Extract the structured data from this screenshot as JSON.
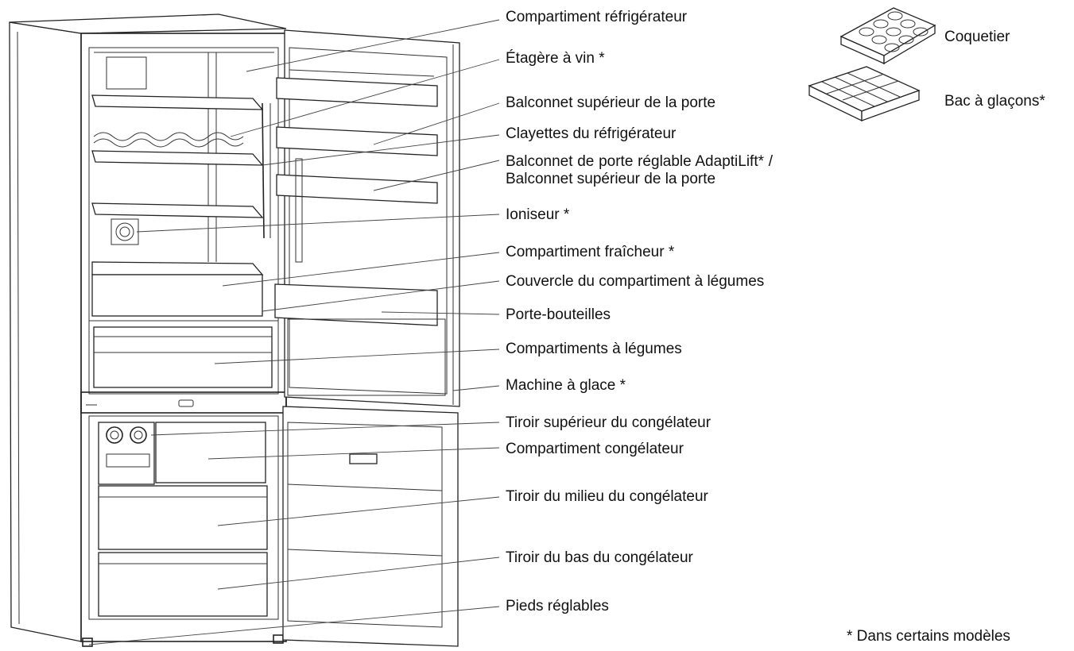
{
  "labels": {
    "compartiment_refrigerateur": "Compartiment réfrigérateur",
    "etagere_vin": "Étagère à vin *",
    "balconnet_superieur": "Balconnet supérieur de la porte",
    "clayettes": "Clayettes du réfrigérateur",
    "balconnet_reglable_line1": "Balconnet de porte réglable AdaptiLift* /",
    "balconnet_reglable_line2": "Balconnet supérieur de la porte",
    "ioniseur": "Ioniseur *",
    "compartiment_fraicheur": "Compartiment fraîcheur *",
    "couvercle_legumes": "Couvercle du compartiment à légumes",
    "porte_bouteilles": "Porte-bouteilles",
    "compartiments_legumes": "Compartiments à légumes",
    "machine_glace": "Machine à glace *",
    "tiroir_superieur": "Tiroir supérieur du congélateur",
    "compartiment_congelateur": "Compartiment congélateur",
    "tiroir_milieu": "Tiroir du milieu du congélateur",
    "tiroir_bas": "Tiroir du bas du congélateur",
    "pieds_reglables": "Pieds réglables"
  },
  "accessories": {
    "coquetier": "Coquetier",
    "bac_glacons": "Bac à glaçons*"
  },
  "footnote": "* Dans certains modèles"
}
